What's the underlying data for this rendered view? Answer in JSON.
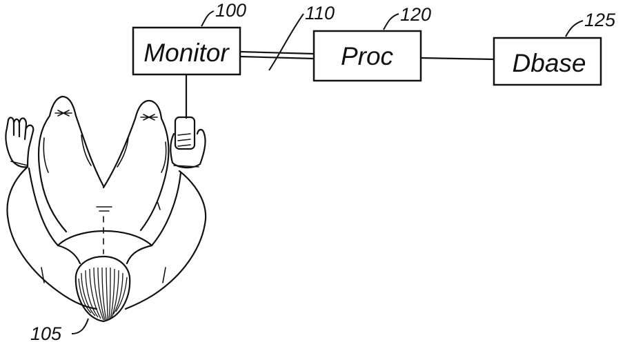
{
  "diagram": {
    "boxes": {
      "monitor": {
        "label": "Monitor",
        "ref": "100"
      },
      "processor": {
        "label": "Proc",
        "ref": "120"
      },
      "database": {
        "label": "Dbase",
        "ref": "125"
      }
    },
    "link_ref": "110",
    "person_ref": "105"
  },
  "colors": {
    "ink": "#111111",
    "background": "#ffffff"
  }
}
